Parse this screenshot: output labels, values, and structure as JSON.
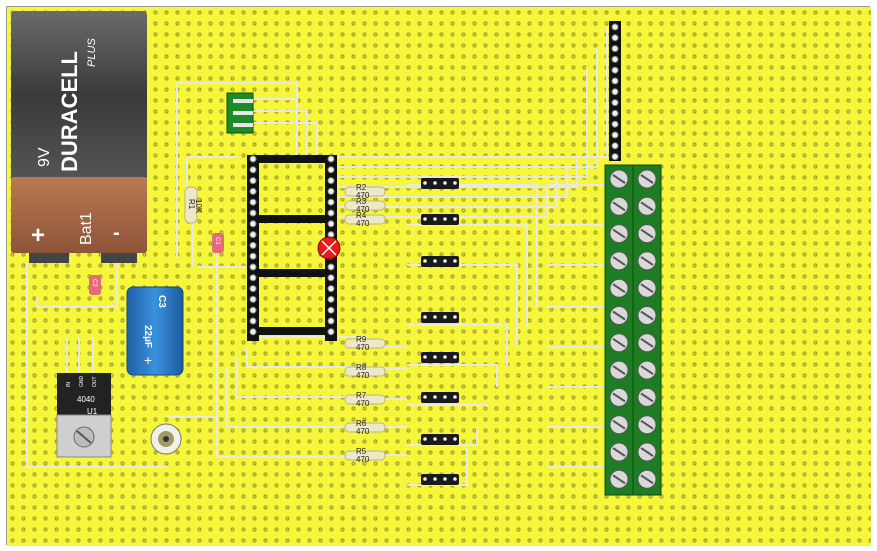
{
  "battery": {
    "brand": "DURACELL",
    "sub_brand": "PLUS",
    "voltage": "9V",
    "designator": "Bat1",
    "plus_symbol": "+",
    "minus_symbol": "-"
  },
  "regulator": {
    "designator": "U1",
    "part": "4040",
    "pin_labels": [
      "IN",
      "GND",
      "OUT"
    ]
  },
  "capacitor_c3": {
    "designator": "C3",
    "value": "22µF",
    "polarity": "+"
  },
  "capacitor_c1": {
    "designator": "C1"
  },
  "capacitor_c2": {
    "designator": "C2"
  },
  "resistor_r1": {
    "designator": "R1",
    "value": "10K"
  },
  "resistors_top": [
    {
      "designator": "R2",
      "value": "470"
    },
    {
      "designator": "R3",
      "value": "470"
    },
    {
      "designator": "R4",
      "value": "470"
    }
  ],
  "resistors_bottom": [
    {
      "designator": "R9",
      "value": "470"
    },
    {
      "designator": "R8",
      "value": "470"
    },
    {
      "designator": "R7",
      "value": "470"
    },
    {
      "designator": "R6",
      "value": "470"
    },
    {
      "designator": "R5",
      "value": "470"
    }
  ],
  "colors": {
    "board": "#f6f63a",
    "hole": "#9b9b22",
    "wire": "#e6e6e6",
    "terminal_block": "#1e7d23",
    "jumper_green": "#1f8a28",
    "cap_blue": "#2e84d0",
    "led_red": "#e81b1b"
  }
}
